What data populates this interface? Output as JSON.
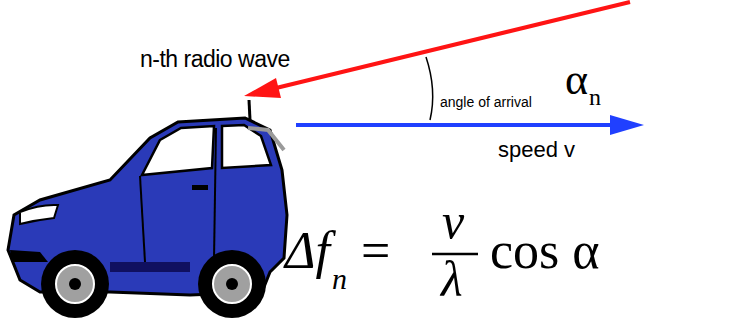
{
  "diagram": {
    "labels": [
      "n-th radio wave",
      "angle of arrival",
      "α",
      "n",
      "speed v",
      "Δf",
      "n",
      "=",
      "v",
      "λ",
      "cos α"
    ]
  }
}
